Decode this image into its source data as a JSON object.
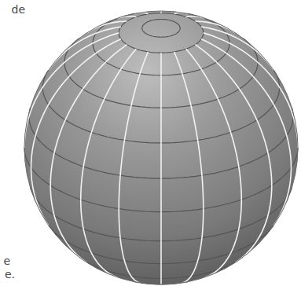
{
  "diagram": {
    "labels": [
      "de",
      "e",
      "e."
    ]
  }
}
